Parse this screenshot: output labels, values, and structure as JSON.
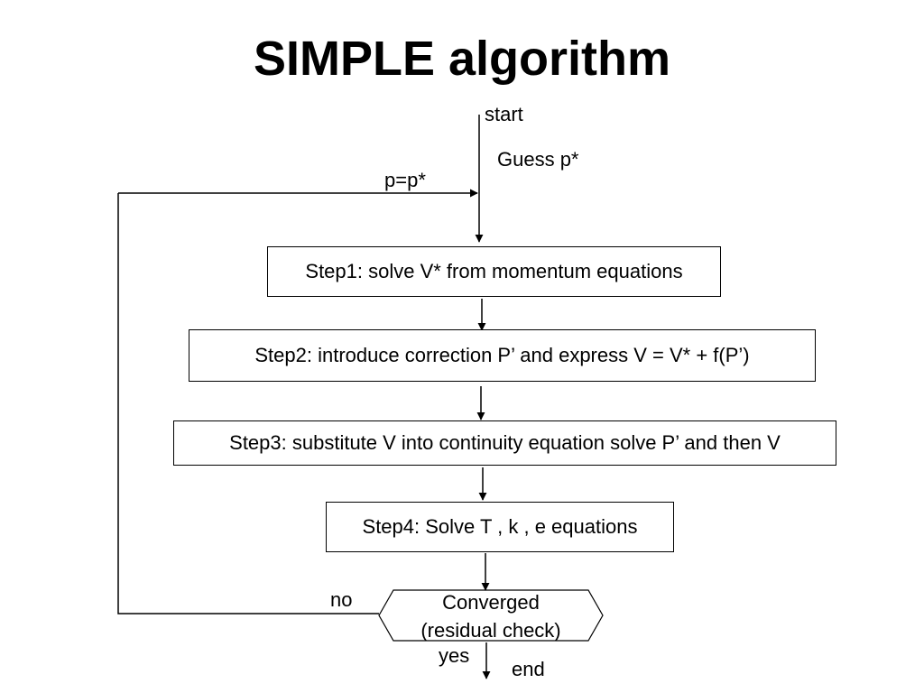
{
  "title": "SIMPLE algorithm",
  "flowchart": {
    "start_label": "start",
    "guess_label": "Guess p*",
    "update_label": "p=p*",
    "steps": [
      "Step1: solve V* from momentum equations",
      "Step2: introduce correction P’ and express V = V* + f(P’)",
      "Step3: substitute V into continuity equation solve P’ and then V",
      "Step4: Solve T , k , e equations"
    ],
    "decision": {
      "line1": "Converged",
      "line2": "(residual check)",
      "no_label": "no",
      "yes_label": "yes"
    },
    "end_label": "end"
  }
}
